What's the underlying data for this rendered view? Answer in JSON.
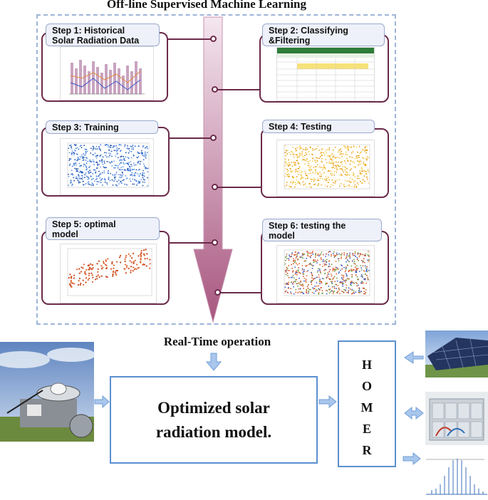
{
  "title": "Off-line Supervised Machine Learning",
  "steps": [
    {
      "line1": "Step 1: Historical",
      "line2": "Solar  Radiation Data"
    },
    {
      "line1": "Step 2: Classifying",
      "line2": "&Filtering"
    },
    {
      "line1": "Step 3: Training",
      "line2": ""
    },
    {
      "line1": "Step 4: Testing",
      "line2": ""
    },
    {
      "line1": "Step 5: optimal",
      "line2": "model"
    },
    {
      "line1": "Step 6: testing the",
      "line2": "model"
    }
  ],
  "realtime_label": "Real-Time operation",
  "model_box": {
    "line1": "Optimized solar",
    "line2": "radiation model."
  },
  "homer_letters": [
    "H",
    "O",
    "M",
    "E",
    "R"
  ],
  "icons": [
    "pyranometer-photo",
    "solar-panel-photo",
    "battery-bank-photo",
    "load-profile-icon"
  ],
  "colors": {
    "arrow_gradient_top": "#f4e6ef",
    "arrow_gradient_bottom": "#a8567f",
    "panel_border": "#6b2a4a",
    "box_border": "#5b8fd1",
    "flow_arrow": "#8fb3e3"
  }
}
